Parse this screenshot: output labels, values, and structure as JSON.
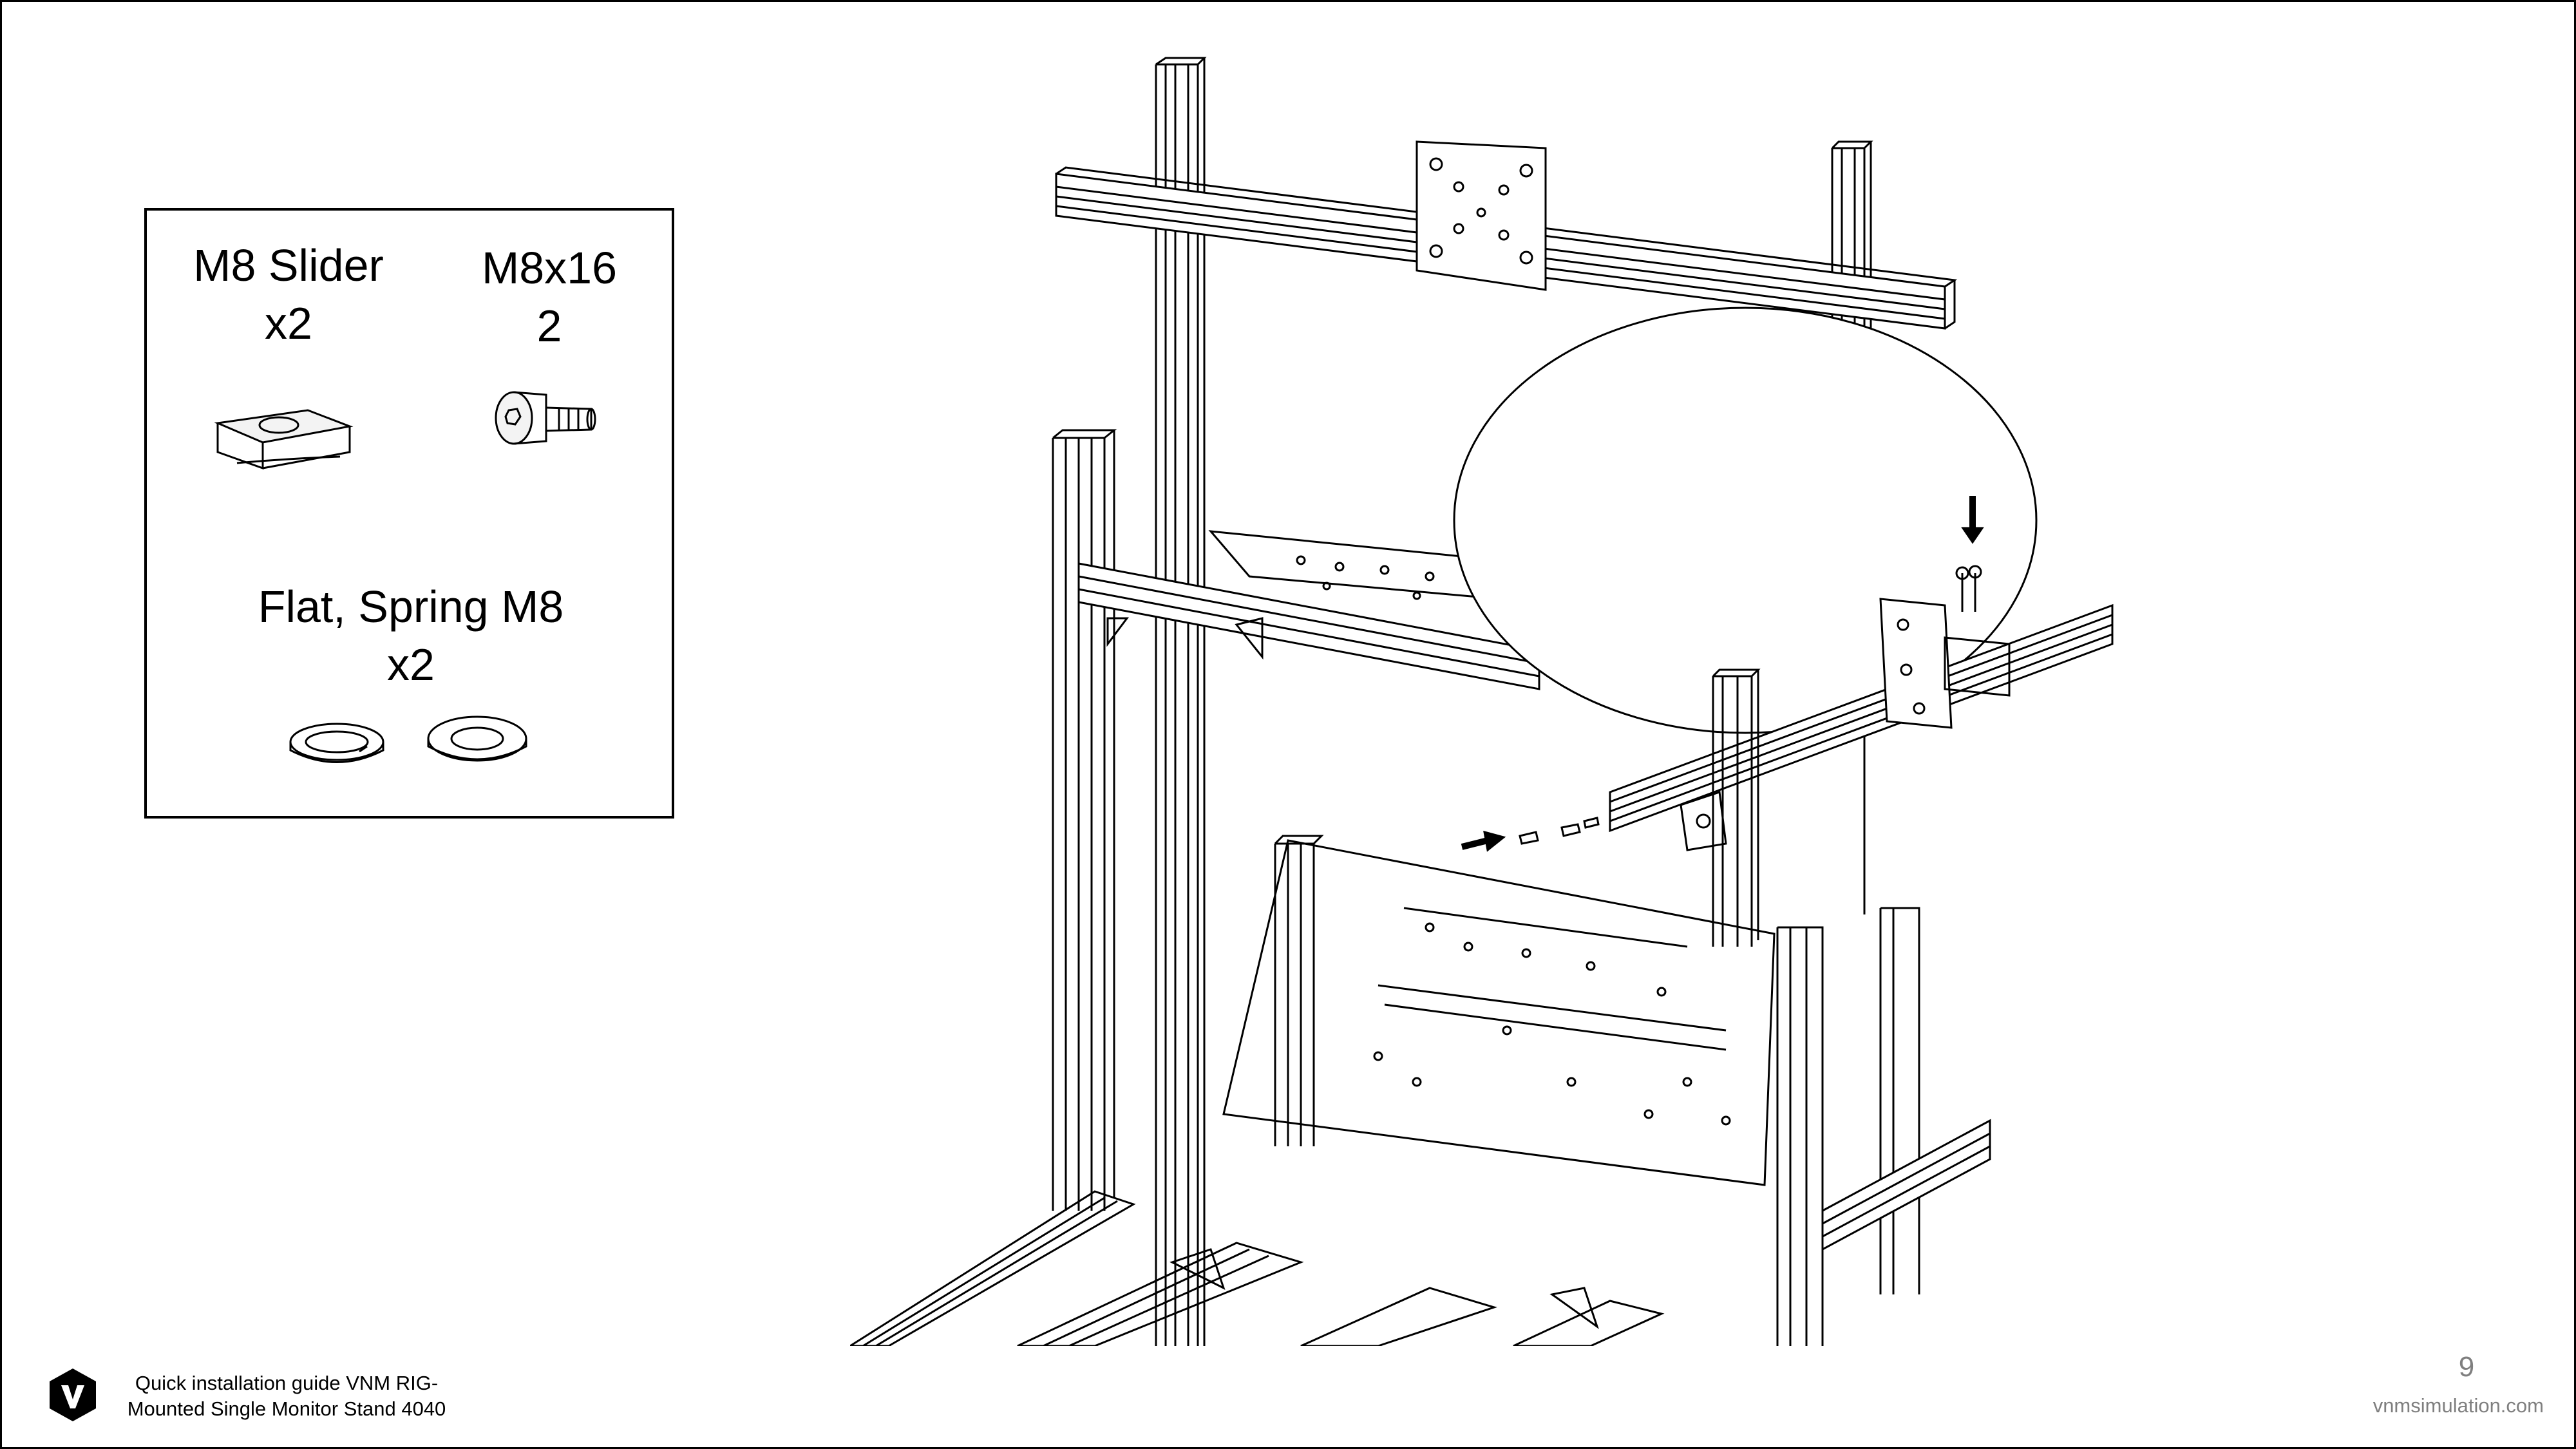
{
  "parts": {
    "slider": {
      "name": "M8 Slider",
      "qty": "x2",
      "icon": "m8-slider-icon"
    },
    "bolt": {
      "name": "M8x16",
      "qty": "2",
      "icon": "bolt-icon"
    },
    "washers": {
      "name": "Flat, Spring M8",
      "qty": "x2",
      "icons": [
        "spring-washer-icon",
        "flat-washer-icon"
      ]
    }
  },
  "footer": {
    "guide_line1": "Quick installation guide VNM RIG-",
    "guide_line2": "Mounted Single Monitor Stand 4040",
    "page_number": "9",
    "website": "vnmsimulation.com"
  },
  "colors": {
    "page_number": "#7f7f7f",
    "website": "#7f7f7f",
    "line_art": "#000000"
  }
}
